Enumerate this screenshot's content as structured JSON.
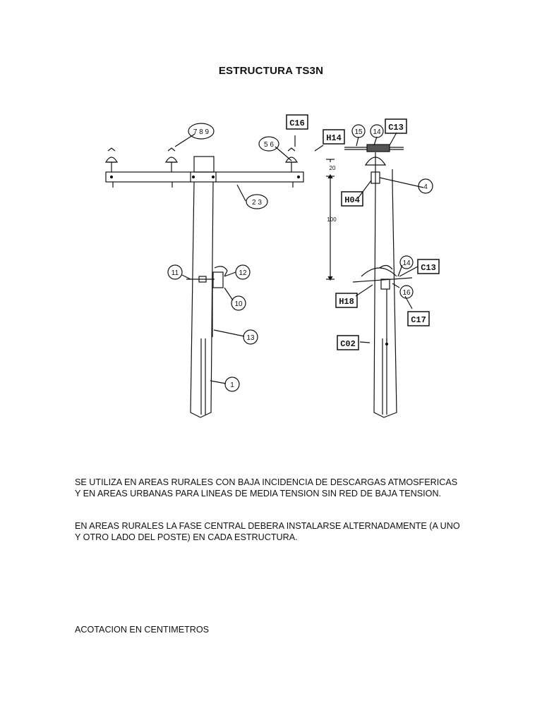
{
  "title": "ESTRUCTURA TS3N",
  "callouts": {
    "c789": "7 8 9",
    "c56": "5 6",
    "c23": "2 3",
    "c11": "11",
    "c12": "12",
    "c10": "10",
    "c13": "13",
    "c1": "1",
    "c15": "15",
    "c14a": "14",
    "c4": "4",
    "c14b": "14",
    "c16": "16"
  },
  "codes": {
    "C16": "C16",
    "H14": "H14",
    "C13a": "C13",
    "H04": "H04",
    "C13b": "C13",
    "H18": "H18",
    "C17": "C17",
    "C02": "C02"
  },
  "dimensions": {
    "d20": "20",
    "d100": "100"
  },
  "paragraphs": {
    "p1": [
      "SE UTILIZA EN AREAS RURALES CON BAJA INCIDENCIA DE DESCARGAS ATMOSFERICAS",
      "Y EN AREAS URBANAS PARA LINEAS DE MEDIA TENSION SIN RED DE BAJA TENSION."
    ],
    "p2": [
      "EN AREAS RURALES LA FASE CENTRAL DEBERA INSTALARSE ALTERNADAMENTE (A UNO",
      "Y OTRO LADO DEL POSTE) EN CADA ESTRUCTURA."
    ],
    "p3": [
      "ACOTACION EN CENTIMETROS"
    ]
  }
}
